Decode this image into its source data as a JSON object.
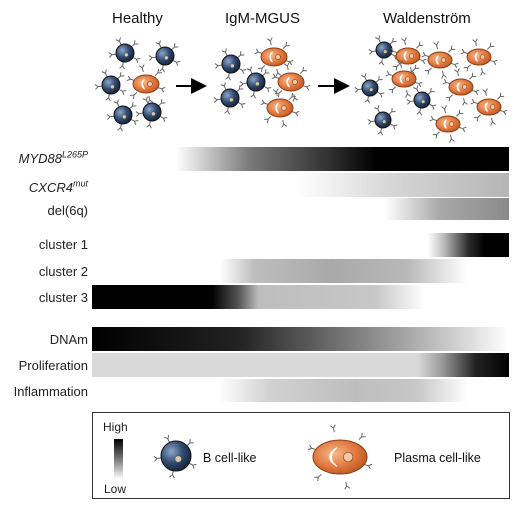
{
  "stages": {
    "healthy": "Healthy",
    "mgus": "IgM-MGUS",
    "wm": "Waldenström"
  },
  "rows": {
    "myd88": {
      "gene": "MYD88",
      "superscript": "L265P"
    },
    "cxcr4": {
      "gene": "CXCR4",
      "superscript": "mut"
    },
    "del6q": "del(6q)",
    "cluster1": "cluster 1",
    "cluster2": "cluster 2",
    "cluster3": "cluster 3",
    "dnam": "DNAm",
    "proliferation": "Proliferation",
    "inflammation": "Inflammation"
  },
  "legend": {
    "high": "High",
    "low": "Low",
    "b_cell": "B cell-like",
    "plasma_cell": "Plasma cell-like"
  },
  "colors": {
    "b_cell_body": "#2c3e5e",
    "plasma_cell_body": "#e07a3a",
    "bar_dark": "#000000",
    "bar_light": "#d8d8d8"
  },
  "icons": {
    "arrow": "right-arrow-icon",
    "b_cell": "b-cell-icon",
    "plasma_cell": "plasma-cell-icon"
  }
}
